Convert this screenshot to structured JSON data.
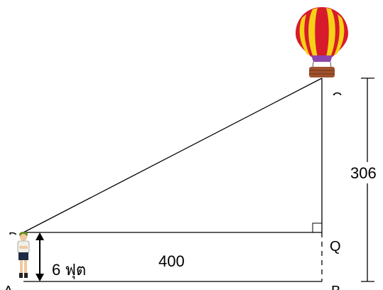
{
  "diagram": {
    "points": {
      "A": "A",
      "B": "B",
      "C": "C",
      "D": "D",
      "Q": "Q"
    },
    "labels": {
      "height_label": "306",
      "horizontal_label": "400",
      "person_height_label": "6 ฟุต"
    },
    "icons": {
      "balloon": "hot-air-balloon-icon",
      "person": "person-icon"
    },
    "colors": {
      "balloon_red": "#d81b2b",
      "balloon_yellow": "#f5d215",
      "balloon_purple": "#8e44ad",
      "basket": "#a0522d",
      "line": "#000000"
    }
  }
}
